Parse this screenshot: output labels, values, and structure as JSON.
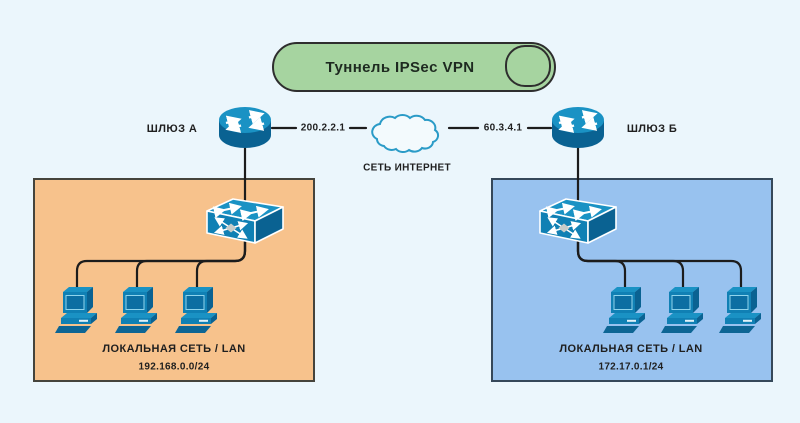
{
  "diagram": {
    "tunnel": {
      "label": "Туннель IPSec VPN"
    },
    "internet": {
      "label": "СЕТЬ ИНТЕРНЕТ"
    },
    "gateway_a": {
      "label": "ШЛЮЗ А",
      "wan_ip": "200.2.2.1"
    },
    "gateway_b": {
      "label": "ШЛЮЗ Б",
      "wan_ip": "60.3.4.1"
    },
    "lan_a": {
      "title": "ЛОКАЛЬНАЯ СЕТЬ / LAN",
      "subnet": "192.168.0.0/24",
      "computer_count": 3
    },
    "lan_b": {
      "title": "ЛОКАЛЬНАЯ СЕТЬ / LAN",
      "subnet": "172.17.0.1/24",
      "computer_count": 3
    }
  },
  "colors": {
    "background": "#ebf6fc",
    "tunnel_fill": "#a6d4a0",
    "tunnel_border": "#2e2e2e",
    "lan_a_fill": "#f7c28c",
    "lan_a_border": "#45443c",
    "lan_b_fill": "#98c2ef",
    "lan_b_border": "#35485a",
    "line": "#1c1c1c",
    "icon_primary": "#1080b4",
    "icon_dark": "#0a6292",
    "icon_light": "#1a92c4",
    "cloud_stroke": "#2a9bc7",
    "cloud_fill": "#f3fafd",
    "text": "#1f1f1f"
  }
}
